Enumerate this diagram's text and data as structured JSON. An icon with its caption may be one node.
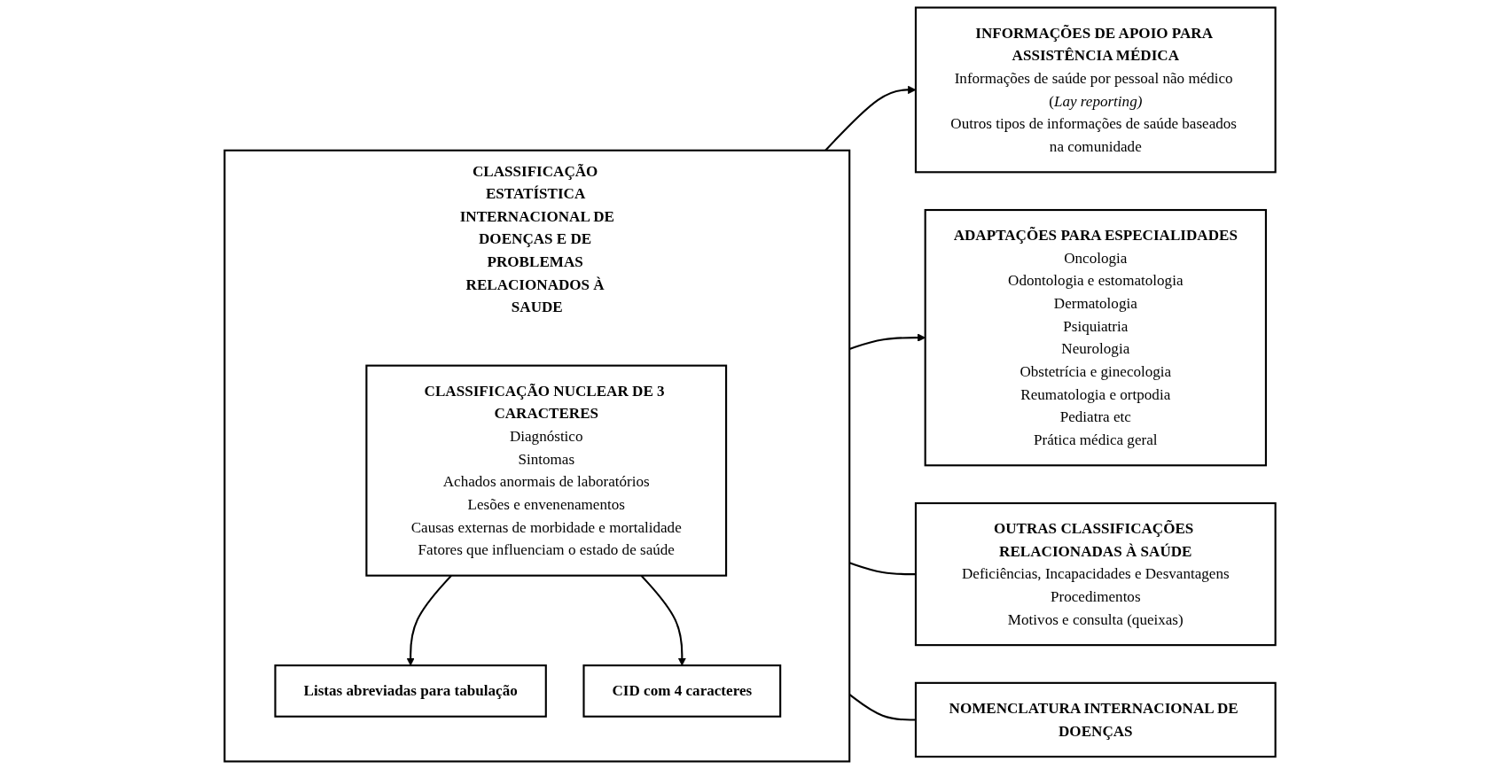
{
  "diagram": {
    "nodes": [
      {
        "text": [
          "INFORMAÇÕES DE APOIO PARA ASSISTÊNCIA MÉDICA",
          "Informações de saúde por pessoal não médico (*Lay reporting)*",
          "Outros tipos de informações de saúde baseados na comunidade"
        ]
      },
      {
        "text": [
          "CLASSIFICAÇÃO ESTATÍSTICA INTERNACIONAL DE DOENÇAS E DE PROBLEMAS RELACIONADOS À SAUDE"
        ]
      },
      {
        "text": [
          "CLASSIFICAÇÃO NUCLEAR DE 3 CARACTERES",
          "Diagnóstico",
          "Sintomas",
          "Achados anormais de laboratórios",
          "Lesões e envenenamentos",
          "Causas externas de morbidade e mortalidade",
          "Fatores que influenciam o estado de saúde"
        ],
        "in": 1
      },
      {
        "text": [
          "Listas abreviadas para tabulação"
        ],
        "in": 1
      },
      {
        "text": [
          "CID com 4 caracteres"
        ],
        "in": 1
      },
      {
        "text": [
          "ADAPTAÇÕES PARA ESPECIALIDADES",
          "Oncologia",
          "Odontologia e estomatologia",
          "Dermatologia",
          "Psiquiatria",
          "Neurologia",
          "Obstetrícia e ginecologia",
          "Reumatologia e ortpodia",
          "Pediatra etc",
          "Prática médica geral"
        ]
      },
      {
        "text": [
          "OUTRAS CLASSIFICAÇÕES RELACIONADAS À SAÚDE",
          "Deficiências, Incapacidades e Desvantagens",
          "Procedimentos",
          "Motivos e consulta (queixas)"
        ]
      },
      {
        "text": [
          "NOMENCLATURA INTERNACIONAL DE DOENÇAS"
        ]
      }
    ],
    "edges": [
      {
        "from": 1,
        "to": 0,
        "arrow": "to"
      },
      {
        "from": 1,
        "to": 5,
        "arrow": "to"
      },
      {
        "from": 1,
        "to": 6,
        "arrow": "none"
      },
      {
        "from": 1,
        "to": 7,
        "arrow": "none"
      },
      {
        "from": 2,
        "to": 3,
        "arrow": "to"
      },
      {
        "from": 2,
        "to": 4,
        "arrow": "to"
      }
    ]
  }
}
